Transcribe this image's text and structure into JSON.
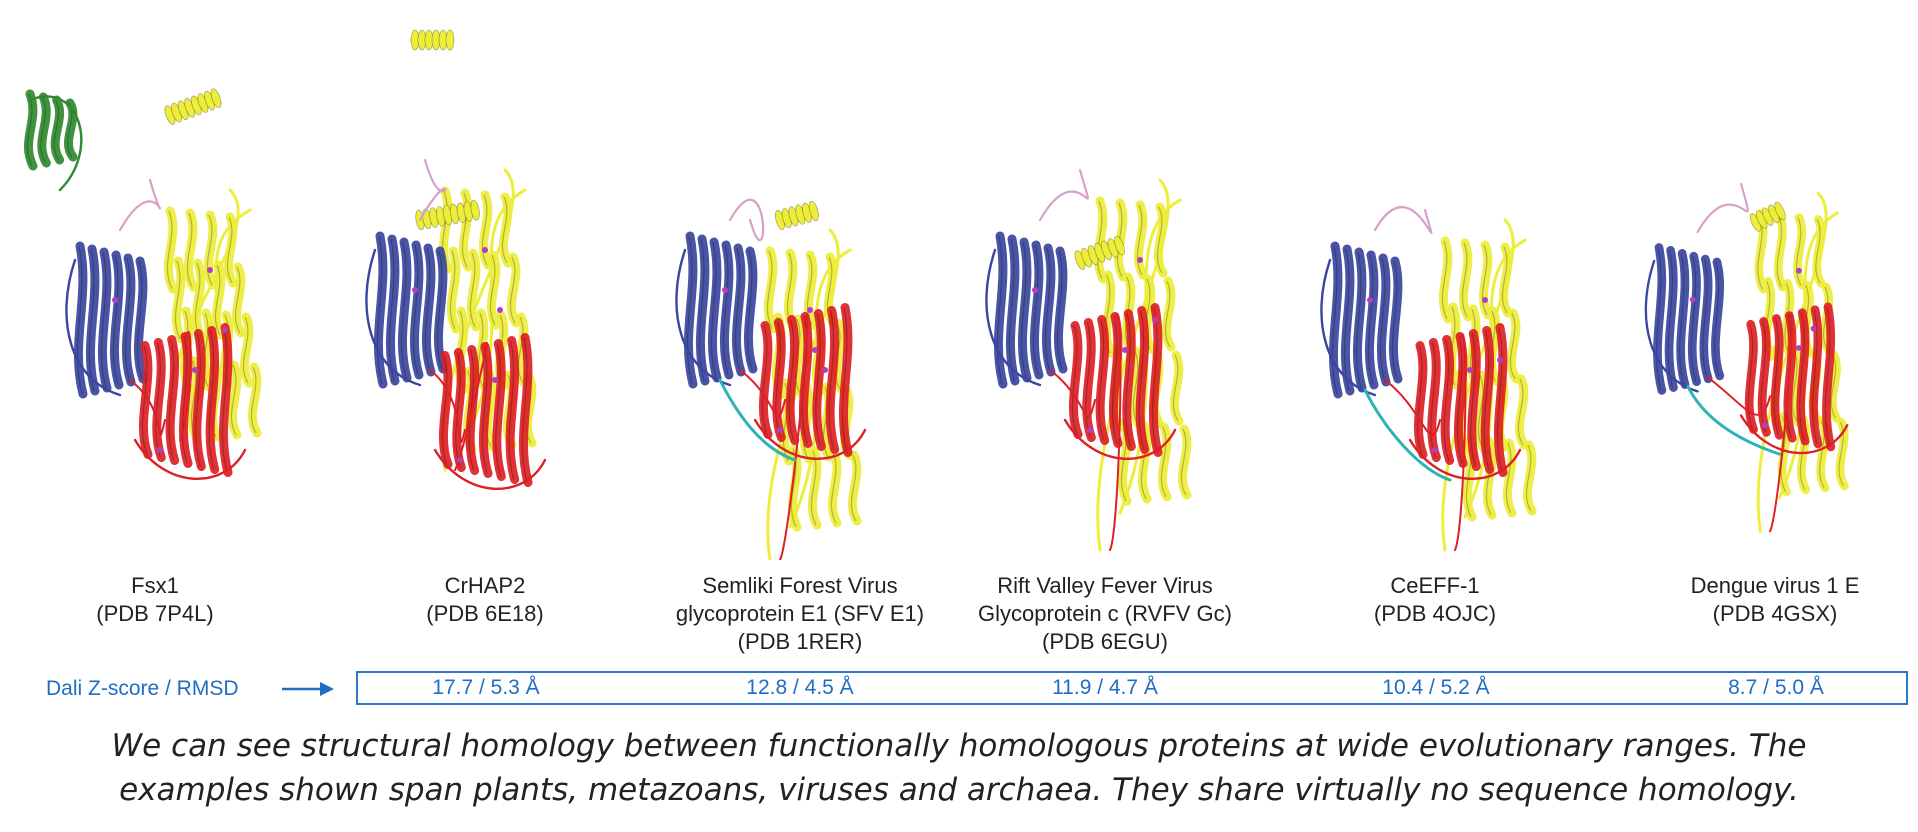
{
  "proteins": [
    {
      "name": "Fsx1",
      "pdb": "(PDB 7P4L)",
      "score": "17.7 / 5.3 Å"
    },
    {
      "name": "CrHAP2",
      "pdb": "(PDB 6E18)",
      "score": "12.8 / 4.5 Å"
    },
    {
      "name": "Semliki Forest Virus",
      "name2": "glycoprotein E1 (SFV E1)",
      "pdb": "(PDB 1RER)",
      "score": "11.9 / 4.7 Å"
    },
    {
      "name": "Rift Valley Fever Virus",
      "name2": "Glycoprotein c (RVFV Gc)",
      "pdb": "(PDB 6EGU)",
      "score": "10.4 / 5.2 Å"
    },
    {
      "name": "CeEFF-1",
      "pdb": "(PDB 4OJC)",
      "score": "8.7 / 5.0 Å"
    },
    {
      "name": "Dengue virus 1 E",
      "pdb": "(PDB 4GSX)"
    }
  ],
  "dali_label": "Dali Z-score / RMSD",
  "domain_colors": {
    "domain_i": "#dd1f26",
    "domain_ii": "#eded3a",
    "domain_iii": "#3a45a0",
    "stem": "#2bb3b8",
    "extra": "#2f8a2f",
    "disulfide": "#b23fbf"
  },
  "caption": {
    "line1": "We can see structural homology between functionally homologous proteins at wide evolutionary ranges. The",
    "line2": "examples shown span plants, metazoans, viruses and archaea. They share virtually no sequence homology."
  }
}
